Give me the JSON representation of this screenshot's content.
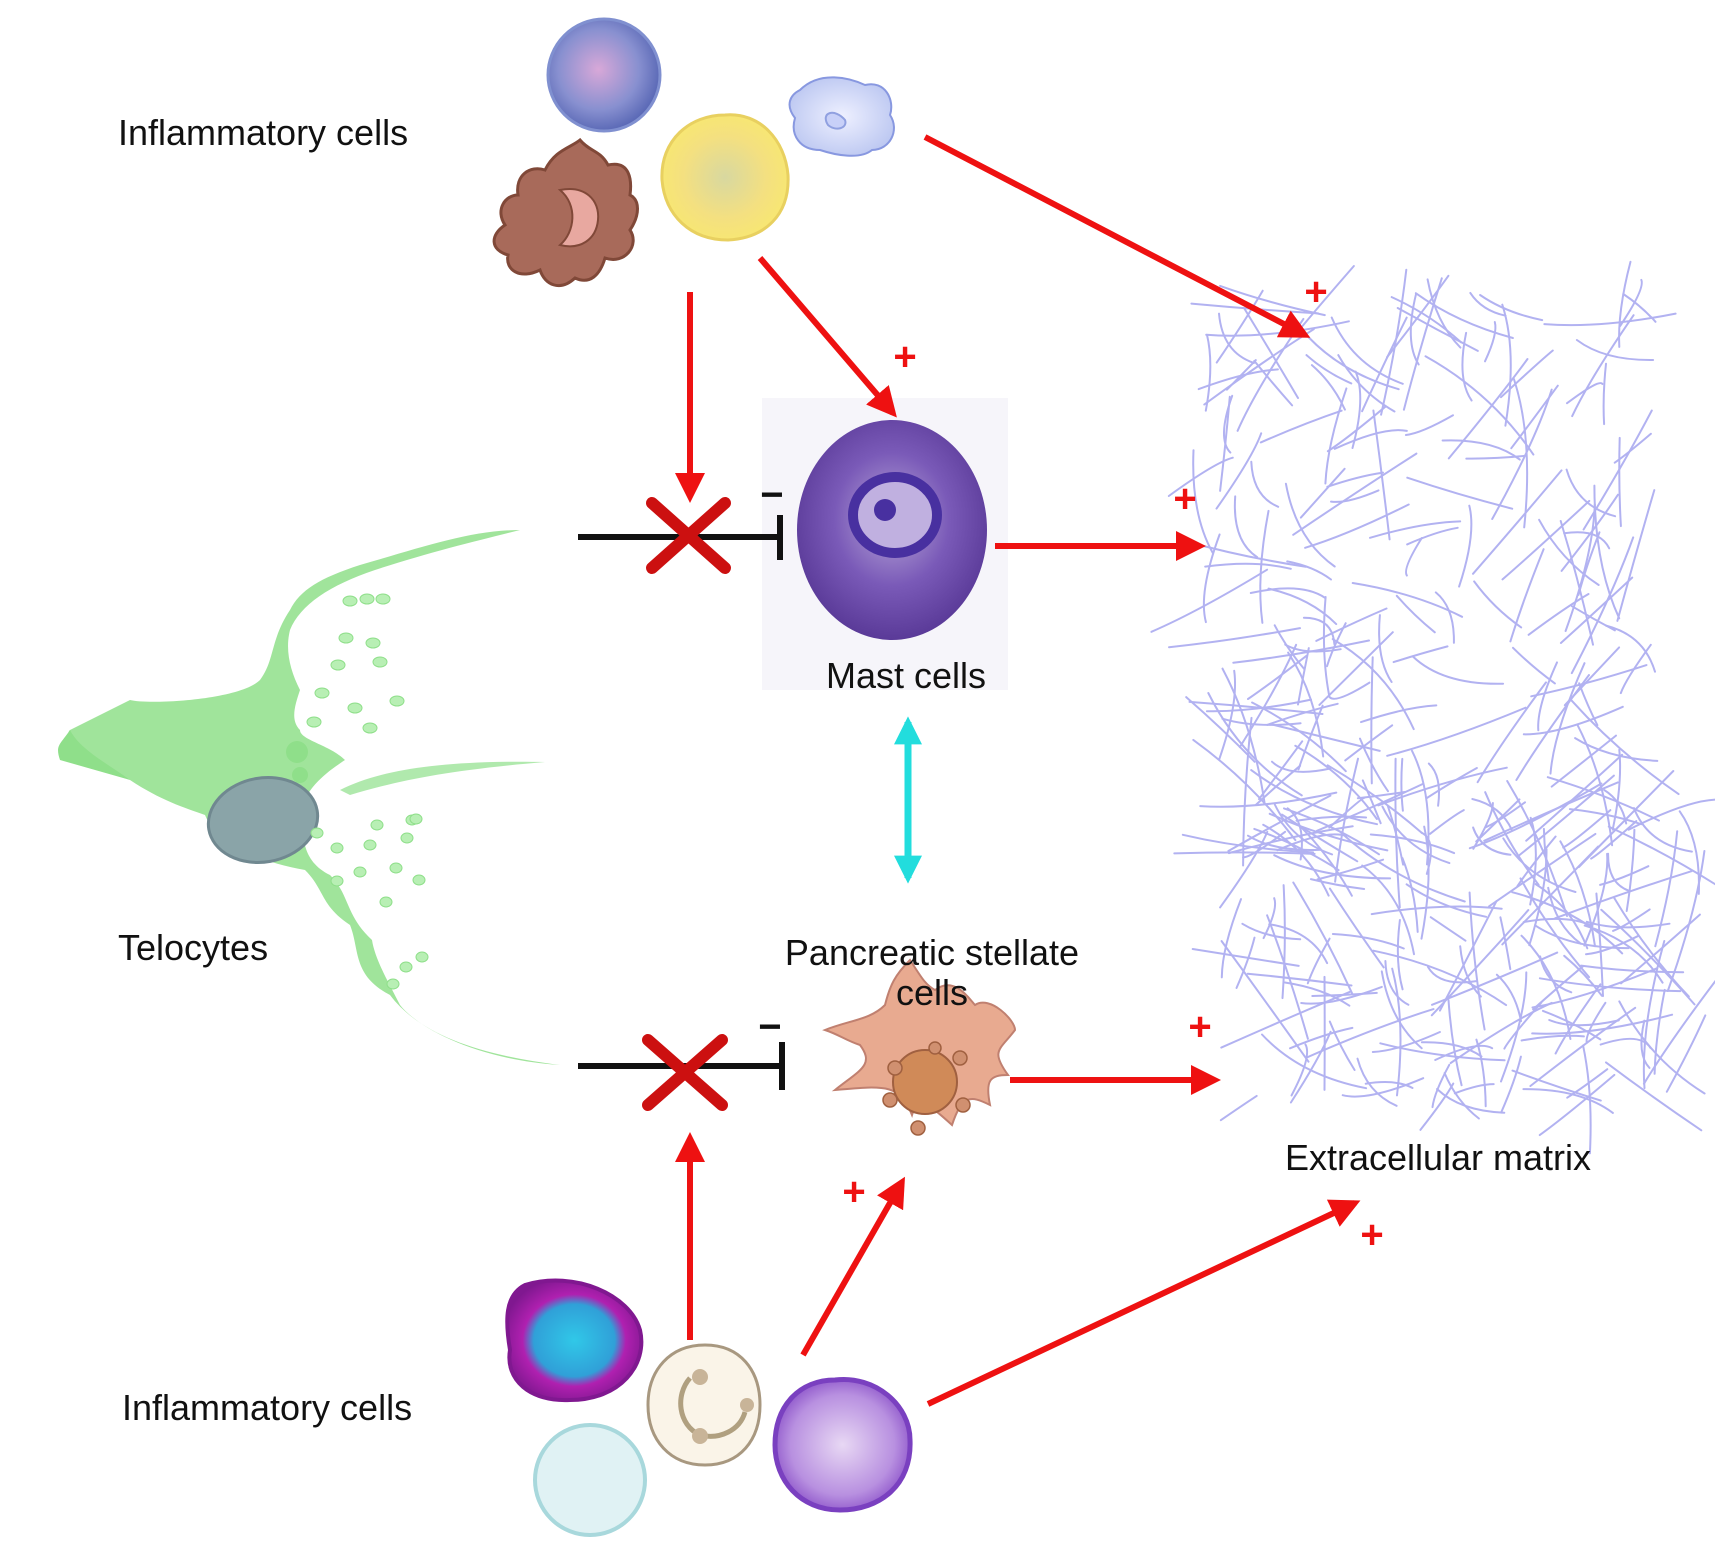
{
  "labels": {
    "inflammatory_top": "Inflammatory cells",
    "inflammatory_bottom": "Inflammatory cells",
    "telocytes": "Telocytes",
    "mast_cells": "Mast cells",
    "stellate_line1": "Pancreatic stellate",
    "stellate_line2": "cells",
    "ecm": "Extracellular matrix"
  },
  "signs": {
    "plus": "+",
    "minus": "−"
  },
  "colors": {
    "activation_arrow": "#ee1111",
    "inhibition_line": "#111111",
    "blocked_cross": "#cc1010",
    "bidirectional_arrow": "#22dddd",
    "telocyte": "#8fdf8a",
    "ecm_fibers": "#aaaaf0",
    "mast_cell": "#6a4aa8",
    "stellate_cell": "#e0a088"
  }
}
